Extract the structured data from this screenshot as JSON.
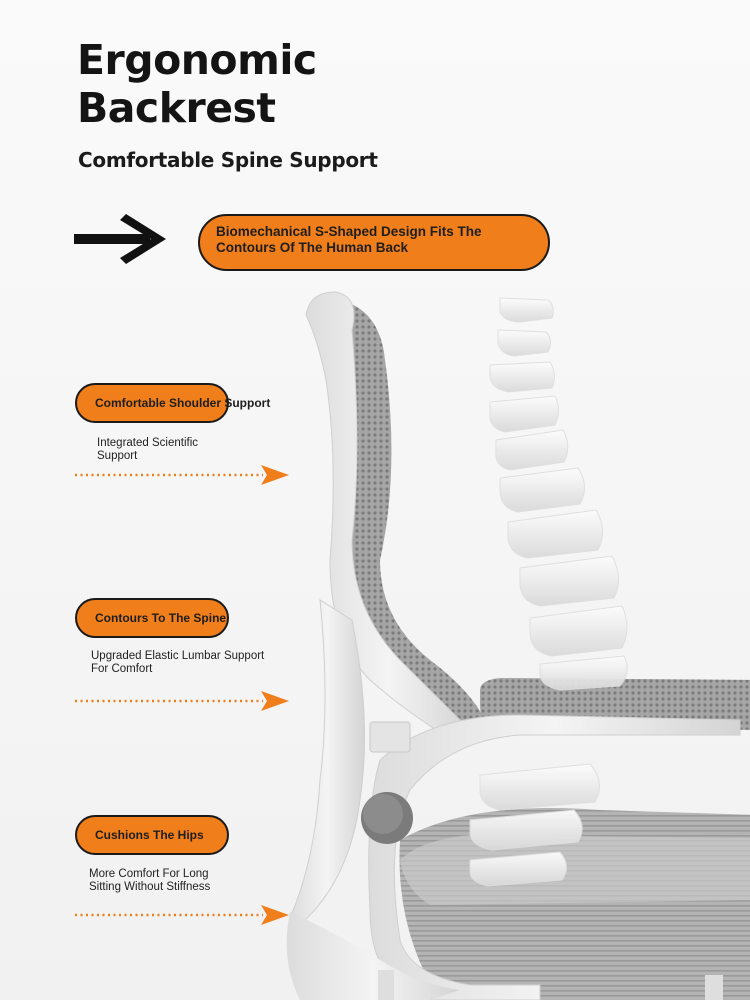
{
  "title_lines": [
    "Ergonomic",
    "Backrest"
  ],
  "subtitle": "Comfortable Spine Support",
  "main_callout": {
    "lines": [
      "Biomechanical S-Shaped Design Fits The",
      "Contours Of The Human Back"
    ]
  },
  "features": [
    {
      "label": "Comfortable Shoulder Support",
      "desc_lines": [
        "Integrated Scientific",
        "Support"
      ]
    },
    {
      "label": "Contours To The Spine",
      "desc_lines": [
        "Upgraded Elastic Lumbar Support",
        "For Comfort"
      ]
    },
    {
      "label": "Cushions The Hips",
      "desc_lines": [
        "More Comfort For Long",
        "Sitting Without Stiffness"
      ]
    }
  ],
  "colors": {
    "accent_orange": "#f07e1a",
    "text_dark": "#141414",
    "chair_frame": "#e9e9e9",
    "mesh_gray": "#8a8a8a"
  },
  "icons": [
    "right-arrow-icon",
    "dotted-arrow-icon"
  ]
}
